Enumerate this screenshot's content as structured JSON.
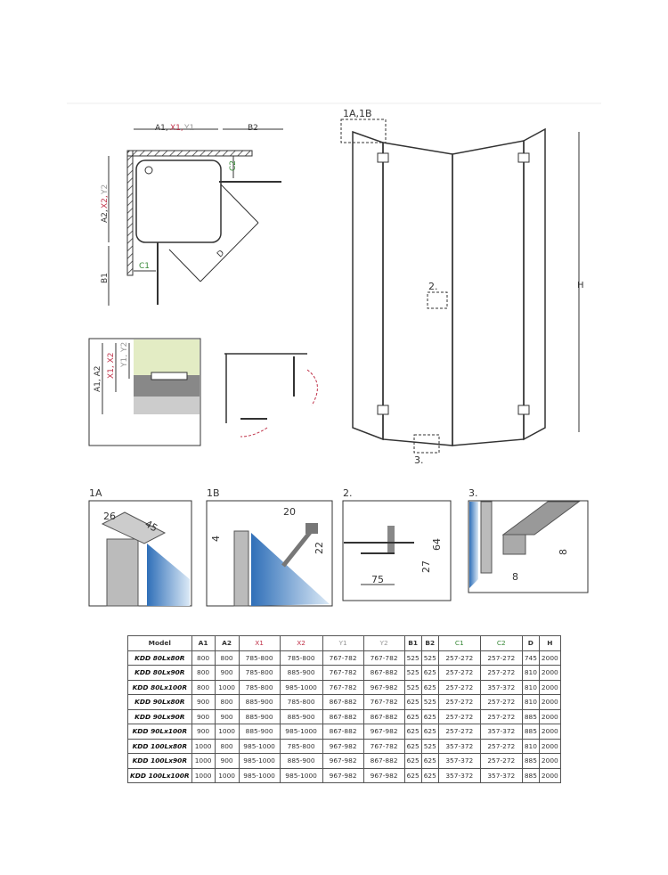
{
  "colors": {
    "red": "#c0334a",
    "green": "#3a8a3a",
    "grey": "#999999",
    "glass": "#3b7fc4"
  },
  "plan": {
    "a_label": "A1,",
    "x_label": "X1,",
    "y_label": "Y1",
    "b2": "B2",
    "a2": "A2,",
    "x2": "X2,",
    "y2": "Y2",
    "b1": "B1",
    "c1": "C1",
    "c2": "C2",
    "d": "D"
  },
  "section": {
    "a": "A1, A2",
    "x": "X1, X2",
    "y": "Y1, Y2"
  },
  "elevation": {
    "callout_1": "1A,1B",
    "callout_2": "2.",
    "callout_3": "3.",
    "h": "H"
  },
  "details": [
    {
      "label": "1A",
      "dims": [
        "26",
        "45"
      ]
    },
    {
      "label": "1B",
      "dims": [
        "20",
        "4",
        "22"
      ]
    },
    {
      "label": "2.",
      "dims": [
        "64",
        "27",
        "75"
      ]
    },
    {
      "label": "3.",
      "dims": [
        "8",
        "8"
      ]
    }
  ],
  "table": {
    "headers": [
      "Model",
      "A1",
      "A2",
      "X1",
      "X2",
      "Y1",
      "Y2",
      "B1",
      "B2",
      "C1",
      "C2",
      "D",
      "H"
    ],
    "rows": [
      [
        "KDD 80Lx80R",
        "800",
        "800",
        "785-800",
        "785-800",
        "767-782",
        "767-782",
        "525",
        "525",
        "257-272",
        "257-272",
        "745",
        "2000"
      ],
      [
        "KDD 80Lx90R",
        "800",
        "900",
        "785-800",
        "885-900",
        "767-782",
        "867-882",
        "525",
        "625",
        "257-272",
        "257-272",
        "810",
        "2000"
      ],
      [
        "KDD 80Lx100R",
        "800",
        "1000",
        "785-800",
        "985-1000",
        "767-782",
        "967-982",
        "525",
        "625",
        "257-272",
        "357-372",
        "810",
        "2000"
      ],
      [
        "KDD 90Lx80R",
        "900",
        "800",
        "885-900",
        "785-800",
        "867-882",
        "767-782",
        "625",
        "525",
        "257-272",
        "257-272",
        "810",
        "2000"
      ],
      [
        "KDD 90Lx90R",
        "900",
        "900",
        "885-900",
        "885-900",
        "867-882",
        "867-882",
        "625",
        "625",
        "257-272",
        "257-272",
        "885",
        "2000"
      ],
      [
        "KDD 90Lx100R",
        "900",
        "1000",
        "885-900",
        "985-1000",
        "867-882",
        "967-982",
        "625",
        "625",
        "257-272",
        "357-372",
        "885",
        "2000"
      ],
      [
        "KDD 100Lx80R",
        "1000",
        "800",
        "985-1000",
        "785-800",
        "967-982",
        "767-782",
        "625",
        "525",
        "357-372",
        "257-272",
        "810",
        "2000"
      ],
      [
        "KDD 100Lx90R",
        "1000",
        "900",
        "985-1000",
        "885-900",
        "967-982",
        "867-882",
        "625",
        "625",
        "357-372",
        "257-272",
        "885",
        "2000"
      ],
      [
        "KDD 100Lx100R",
        "1000",
        "1000",
        "985-1000",
        "985-1000",
        "967-982",
        "967-982",
        "625",
        "625",
        "357-372",
        "357-372",
        "885",
        "2000"
      ]
    ]
  }
}
